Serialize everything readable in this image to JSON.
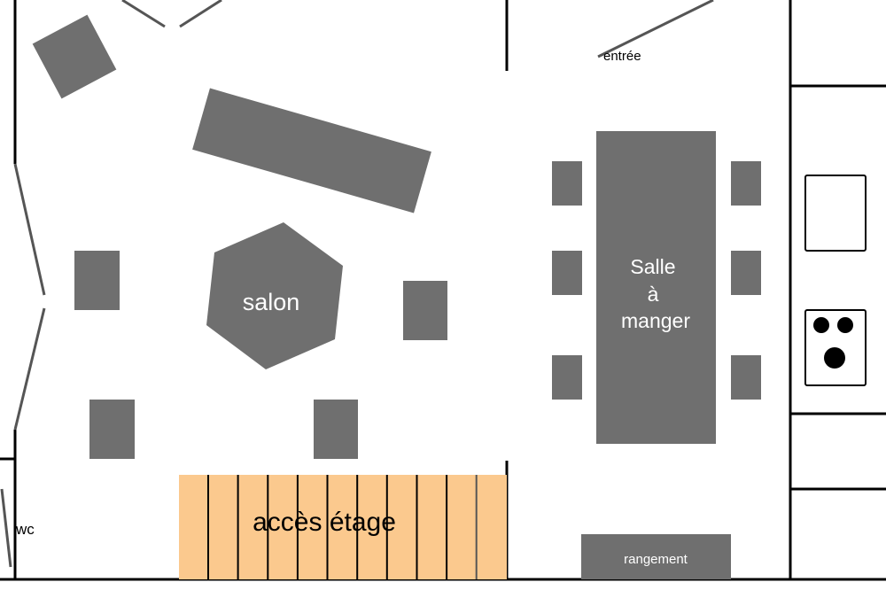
{
  "labels": {
    "entree": "entrée",
    "salon": "salon",
    "salle_line1": "Salle",
    "salle_line2": "à",
    "salle_line3": "manger",
    "acces_etage": "accès étage",
    "wc": "wc",
    "rangement": "rangement"
  },
  "colors": {
    "furniture": "#6f6f6f",
    "stairs": "#fbc98e",
    "wall": "#000000",
    "door": "#555555",
    "background": "#ffffff",
    "text_on_dark": "#ffffff",
    "text_on_light": "#000000"
  },
  "stairs": {
    "step_count": 11
  }
}
